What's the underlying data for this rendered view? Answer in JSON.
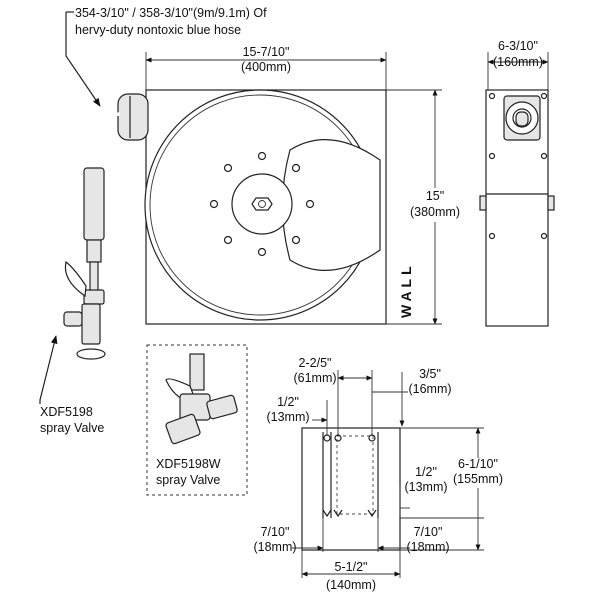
{
  "hose_note": {
    "line1": "354-3/10\" / 358-3/10\"(9m/9.1m) Of",
    "line2": "hervy-duty nontoxic blue hose"
  },
  "front_view": {
    "width_imperial": "15-7/10\"",
    "width_metric": "(400mm)",
    "height_imperial": "15\"",
    "height_metric": "(380mm)",
    "wall_label": "WALL"
  },
  "side_view": {
    "depth_imperial": "6-3/10\"",
    "depth_metric": "(160mm)"
  },
  "valve": {
    "model": "XDF5198",
    "desc": "spray Valve"
  },
  "valve_alt": {
    "model": "XDF5198W",
    "desc": "spray Valve"
  },
  "mount_plate": {
    "spacing_imperial": "2-2/5\"",
    "spacing_metric": "(61mm)",
    "top_right_imperial": "3/5\"",
    "top_right_metric": "(16mm)",
    "top_left_imperial": "1/2\"",
    "top_left_metric": "(13mm)",
    "height_imperial": "6-1/10\"",
    "height_metric": "(155mm)",
    "lower_imperial": "1/2\"",
    "lower_metric": "(13mm)",
    "left_edge_imperial": "7/10\"",
    "left_edge_metric": "(18mm)",
    "right_edge_imperial": "7/10\"",
    "right_edge_metric": "(18mm)",
    "width_imperial": "5-1/2\"",
    "width_metric": "(140mm)"
  }
}
